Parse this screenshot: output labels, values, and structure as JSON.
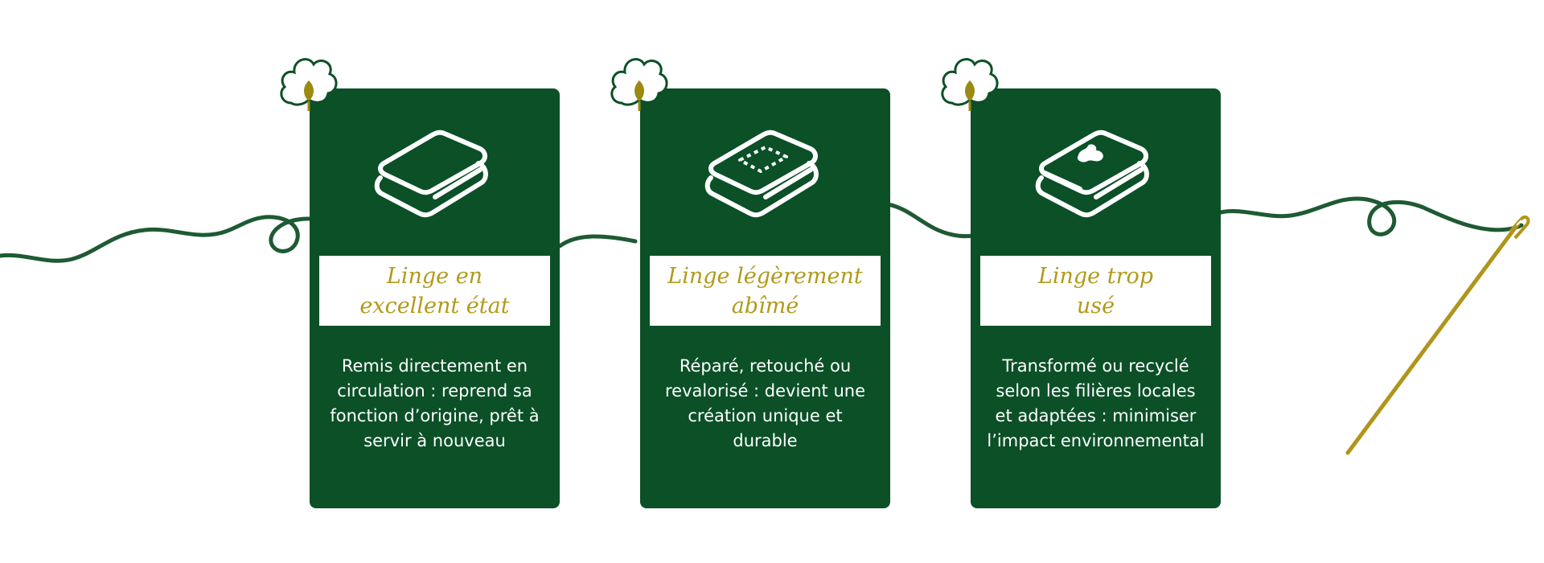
{
  "colors": {
    "card_background": "#0b5027",
    "title_text": "#b19a1a",
    "thread": "#1e5a33",
    "needle": "#b0951a",
    "cotton_outline": "#0b5027",
    "cotton_bud": "#9a8a12"
  },
  "cards": [
    {
      "icon": "folded-linen-icon",
      "title": "Linge en\nexcellent état",
      "description": "Remis directement en circulation : reprend sa fonction d’origine, prêt à servir à nouveau"
    },
    {
      "icon": "folded-linen-patch-icon",
      "title": "Linge légèrement\nabîmé",
      "description": "Réparé, retouché ou revalorisé : devient une création unique et durable"
    },
    {
      "icon": "folded-linen-stain-icon",
      "title": "Linge trop\nusé",
      "description": "Transformé ou recyclé selon les filières locales et adaptées : minimiser l’impact environnemental"
    }
  ]
}
